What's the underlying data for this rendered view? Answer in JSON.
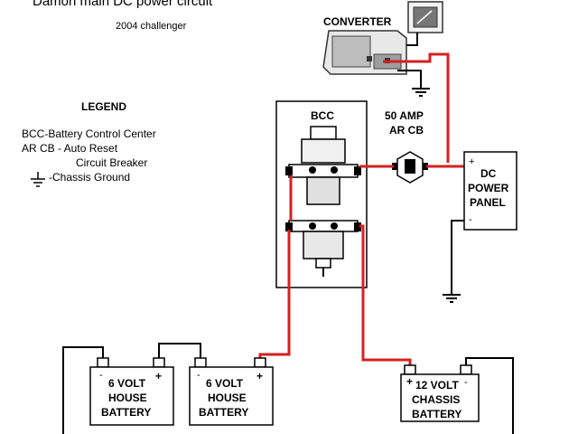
{
  "title": "Damon main DC power circuit",
  "subtitle": "2004 challenger",
  "legend": {
    "heading": "LEGEND",
    "line1": "BCC-Battery Control Center",
    "line2": "AR CB - Auto Reset",
    "line3": "Circuit Breaker",
    "line4": "-Chassis Ground"
  },
  "converter_label": "CONVERTER",
  "bcc_label": "BCC",
  "breaker": {
    "line1": "50 AMP",
    "line2": "AR CB"
  },
  "dc_panel": {
    "line1": "DC",
    "line2": "POWER",
    "line3": "PANEL",
    "plus": "+",
    "minus": "-"
  },
  "batteries": [
    {
      "line1": "6 VOLT",
      "line2": "HOUSE",
      "line3": "BATTERY",
      "minus": "-",
      "plus": "+"
    },
    {
      "line1": "6 VOLT",
      "line2": "HOUSE",
      "line3": "BATTERY",
      "minus": "-",
      "plus": "+"
    },
    {
      "line1": "12 VOLT",
      "line2": "CHASSIS",
      "line3": "BATTERY",
      "plus": "+",
      "minus": "-"
    }
  ],
  "colors": {
    "positive_wire": "#d42020",
    "ground_wire": "#000000"
  }
}
